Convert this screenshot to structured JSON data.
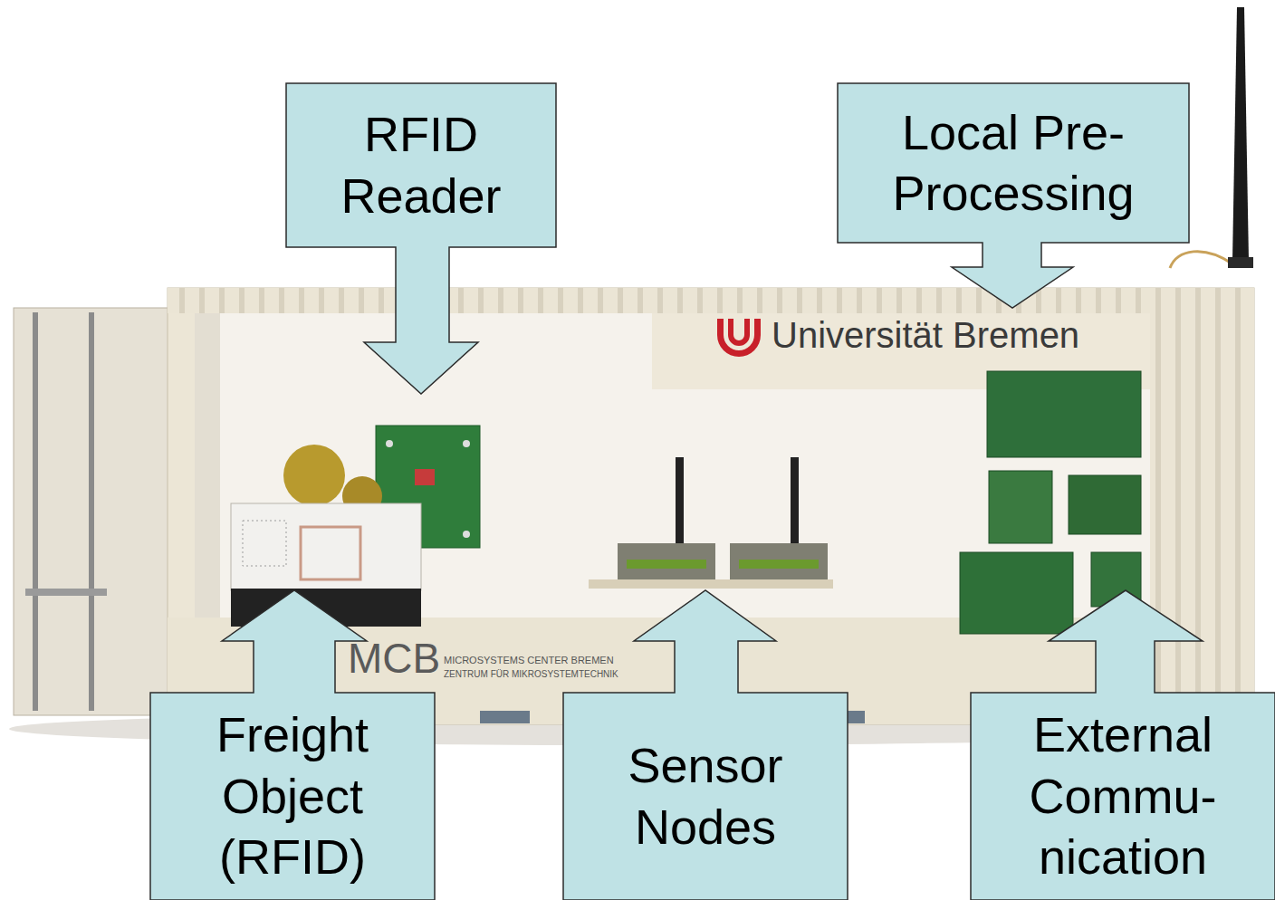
{
  "diagram": {
    "nodes": [
      {
        "text": [
          "RFID Reader"
        ]
      },
      {
        "text": [
          "Local Pre- Processing"
        ]
      },
      {
        "text": [
          "Freight Object (RFID)"
        ]
      },
      {
        "text": [
          "Sensor Nodes"
        ]
      },
      {
        "text": [
          "External Commu- nication"
        ]
      }
    ],
    "labels": [
      "Universität Bremen",
      "MCB",
      "MICROSYSTEMS CENTER BREMEN",
      "ZENTRUM FÜR MIKROSYSTEMTECHNIK"
    ]
  }
}
